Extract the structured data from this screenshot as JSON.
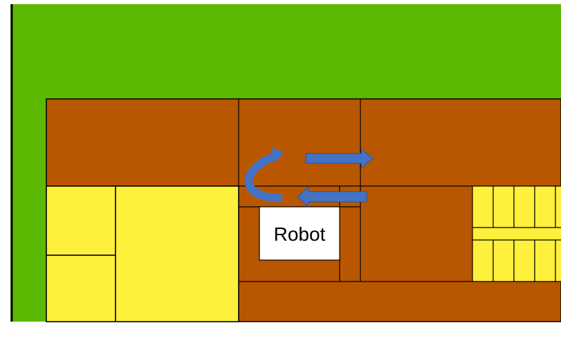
{
  "colors": {
    "background": "#ffffff",
    "grass": "#5cb800",
    "floor": "#b95700",
    "shelf": "#fff03c",
    "robot_fill": "#ffffff",
    "arrow": "#4472c4",
    "arrow_outline": "#2f528f",
    "line": "#000000"
  },
  "robot": {
    "label": "Robot"
  },
  "arrows": {
    "u_turn": "curved-u-turn-arrow",
    "forward": "right-arrow",
    "back": "left-arrow"
  }
}
